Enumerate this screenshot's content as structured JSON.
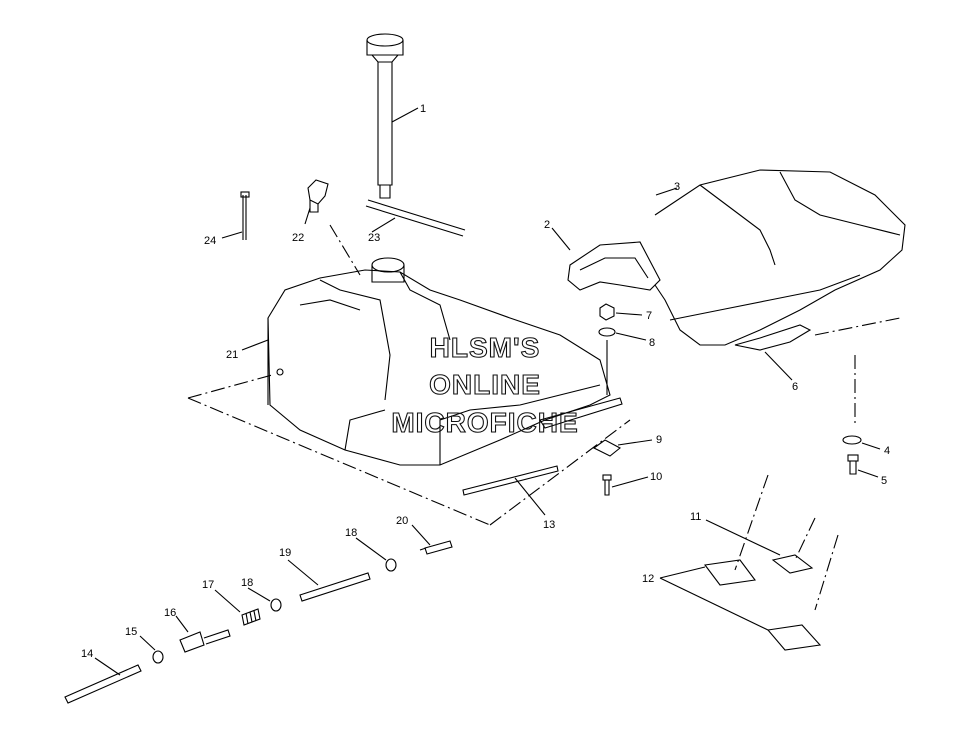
{
  "diagram": {
    "callouts": [
      "1",
      "2",
      "3",
      "4",
      "5",
      "6",
      "7",
      "8",
      "9",
      "10",
      "11",
      "12",
      "13",
      "14",
      "15",
      "16",
      "17",
      "18",
      "18",
      "19",
      "20",
      "21",
      "22",
      "23",
      "24"
    ],
    "watermark": [
      "HLSM'S",
      "ONLINE",
      "MICROFICHE"
    ]
  }
}
